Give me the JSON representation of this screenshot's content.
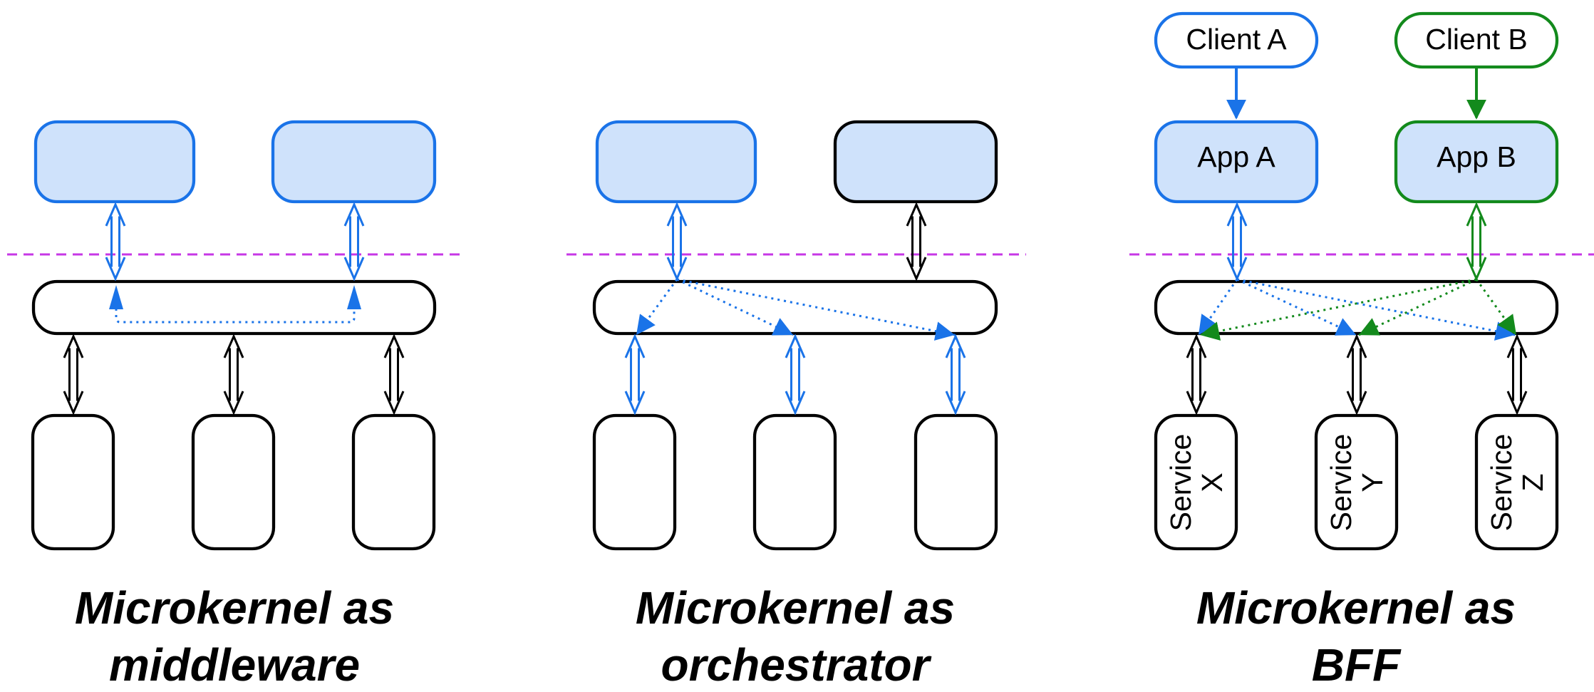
{
  "colors": {
    "blue": "#1a73e8",
    "green": "#138a1c",
    "black": "#000000",
    "app_fill": "#cfe2fb",
    "boundary": "#c737e6"
  },
  "panels": [
    {
      "caption_line1": "Microkernel as",
      "caption_line2": "middleware"
    },
    {
      "caption_line1": "Microkernel as",
      "caption_line2": "orchestrator"
    },
    {
      "caption_line1": "Microkernel as",
      "caption_line2": "BFF",
      "clients": [
        "Client A",
        "Client B"
      ],
      "apps": [
        "App A",
        "App B"
      ],
      "services": [
        {
          "line1": "Service",
          "line2": "X"
        },
        {
          "line1": "Service",
          "line2": "Y"
        },
        {
          "line1": "Service",
          "line2": "Z"
        }
      ]
    }
  ]
}
